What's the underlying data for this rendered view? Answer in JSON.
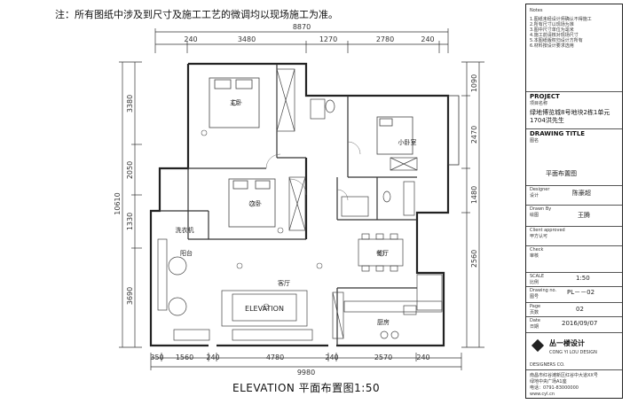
{
  "note": "注：所有图纸中涉及到尺寸及施工工艺的微调均以现场施工为准。",
  "plan": {
    "scale_caption": "ELEVATION  平面布置图1:50",
    "dims_top_overall": "8870",
    "dims_top": [
      "240",
      "3480",
      "1270",
      "2780",
      "240"
    ],
    "dims_bottom_overall": "9980",
    "dims_bottom": [
      "350",
      "1560",
      "240",
      "4780",
      "240",
      "2570",
      "240"
    ],
    "dims_left_overall": "10610",
    "dims_left": [
      "3380",
      "2050",
      "1330",
      "3690"
    ],
    "dims_right": [
      "1090",
      "2470",
      "1480",
      "2560"
    ],
    "rooms": {
      "master_bedroom": "主卧",
      "second_bedroom": "次卧",
      "small_bedroom": "小卧室",
      "balcony": "阳台",
      "laundry": "洗衣机",
      "dining": "餐厅",
      "living": "客厅",
      "kitchen": "厨房",
      "tv_label": "ELEVATION"
    }
  },
  "titleblock": {
    "notes_label": "Notes",
    "notes_lines": [
      "1.图纸未经设计师确认不得施工",
      "2.所有尺寸以现场为准",
      "3.图中尺寸单位为毫米",
      "4.施工前请核对现场尺寸",
      "5.本图纸版权归设计方所有",
      "6.材料按设计要求选用"
    ],
    "project_label": "PROJECT",
    "project_sub": "项目名称",
    "project_name": "绿地博览城8号地块2栋1单元1704洪先生",
    "drawing_title_label": "DRAWING TITLE",
    "drawing_title_sub": "图名",
    "drawing_title": "平面布置图",
    "designer_label": "Designer",
    "designer_sub": "设计",
    "designer": "陈豪超",
    "drawn_label": "Drawn By",
    "drawn_sub": "绘图",
    "drawn": "王腾",
    "approved_label": "Client approved",
    "approved_sub": "甲方认可",
    "check_label": "Check",
    "check_sub": "审核",
    "scale_label": "SCALE",
    "scale_sub": "比例",
    "scale": "1:50",
    "drawing_no_label": "Drawing no.",
    "drawing_no_sub": "图号",
    "drawing_no": "PL－－02",
    "page_label": "Page",
    "page_sub": "页数",
    "page": "02",
    "date_label": "Date",
    "date_sub": "日期",
    "date": "2016/09/07",
    "company": "丛一楼设计",
    "company_en": "CONG YI LOU DESIGN",
    "company_sub": "DESIGNERS CO.",
    "address": "南昌市红谷滩新区红谷中大道XX号",
    "address2": "绿地中央广场A1座",
    "phone": "电话：0791-83000000",
    "web": "www.cyl.cn"
  }
}
